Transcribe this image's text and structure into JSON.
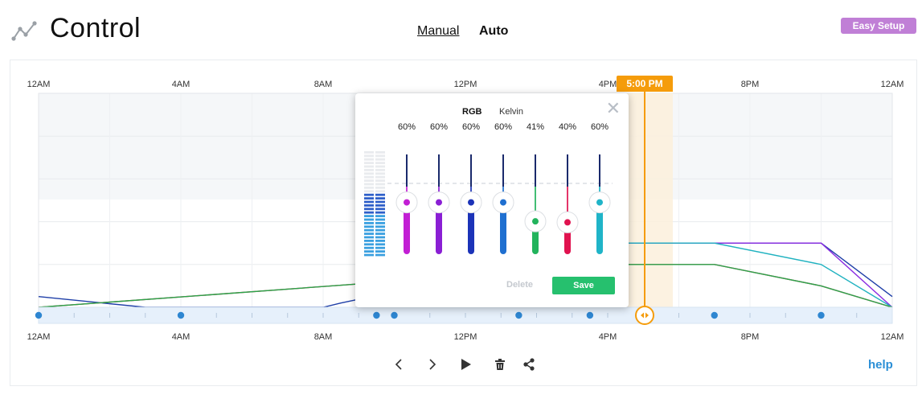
{
  "header": {
    "title": "Control",
    "modes": {
      "manual": "Manual",
      "auto": "Auto"
    },
    "easy_setup_label": "Easy Setup",
    "logo_icon": "line-graph-icon",
    "colors": {
      "easy_setup": "#c07fd6",
      "accent": "#f59c0b",
      "link": "#2b8fd6"
    }
  },
  "timeline": {
    "top_labels": [
      "12AM",
      "4AM",
      "8AM",
      "12PM",
      "4PM",
      "8PM",
      "12AM"
    ],
    "bottom_labels": [
      "12AM",
      "4AM",
      "8AM",
      "12PM",
      "4PM",
      "8PM",
      "12AM"
    ],
    "current_time_label": "5:00 PM",
    "current_time_hours": 17.0,
    "keyframe_hours": [
      0,
      4,
      9.5,
      10,
      13.5,
      15.5,
      17,
      19,
      22
    ],
    "scrubber_icon": "left-right-arrows-icon"
  },
  "chart_data": {
    "type": "line",
    "x_unit": "hour of day",
    "xlim": [
      0,
      24
    ],
    "ylim": [
      0,
      100
    ],
    "series": [
      {
        "color": "#1f3fa8",
        "points": [
          [
            0,
            5
          ],
          [
            3,
            0
          ],
          [
            8,
            0
          ],
          [
            8.5,
            2
          ],
          [
            16.5,
            30
          ],
          [
            19,
            30
          ],
          [
            22,
            30
          ],
          [
            24,
            5
          ]
        ]
      },
      {
        "color": "#8a2be2",
        "points": [
          [
            16.5,
            30
          ],
          [
            22,
            30
          ],
          [
            24,
            0
          ]
        ]
      },
      {
        "color": "#20b2c0",
        "points": [
          [
            16.5,
            30
          ],
          [
            19,
            30
          ],
          [
            22,
            20
          ],
          [
            24,
            0
          ]
        ]
      },
      {
        "color": "#d11f4a",
        "points": [
          [
            0,
            0
          ],
          [
            16.5,
            20
          ],
          [
            19,
            20
          ],
          [
            22,
            10
          ],
          [
            24,
            0
          ]
        ]
      },
      {
        "color": "#2aa54a",
        "points": [
          [
            0,
            0
          ],
          [
            16.5,
            20
          ],
          [
            19,
            20
          ],
          [
            22,
            10
          ],
          [
            24,
            0
          ]
        ]
      }
    ]
  },
  "controls": {
    "prev_icon": "chevron-left-icon",
    "next_icon": "chevron-right-icon",
    "play_icon": "play-icon",
    "delete_icon": "trash-icon",
    "share_icon": "share-icon",
    "help_label": "help"
  },
  "color_popup": {
    "tabs": {
      "rgb": "RGB",
      "kelvin": "Kelvin"
    },
    "active_tab": "RGB",
    "close_icon": "close-icon",
    "channels": [
      {
        "percent_label": "60%",
        "value": 0.6,
        "color": "#c21fd4"
      },
      {
        "percent_label": "60%",
        "value": 0.6,
        "color": "#8a1fd4"
      },
      {
        "percent_label": "60%",
        "value": 0.6,
        "color": "#1c33b8"
      },
      {
        "percent_label": "60%",
        "value": 0.6,
        "color": "#1f6fd0"
      },
      {
        "percent_label": "41%",
        "value": 0.41,
        "color": "#22b35c"
      },
      {
        "percent_label": "40%",
        "value": 0.4,
        "color": "#e0124f"
      },
      {
        "percent_label": "60%",
        "value": 0.6,
        "color": "#1fb4c8"
      }
    ],
    "intensity_meter_level": 0.6,
    "delete_label": "Delete",
    "save_label": "Save"
  }
}
